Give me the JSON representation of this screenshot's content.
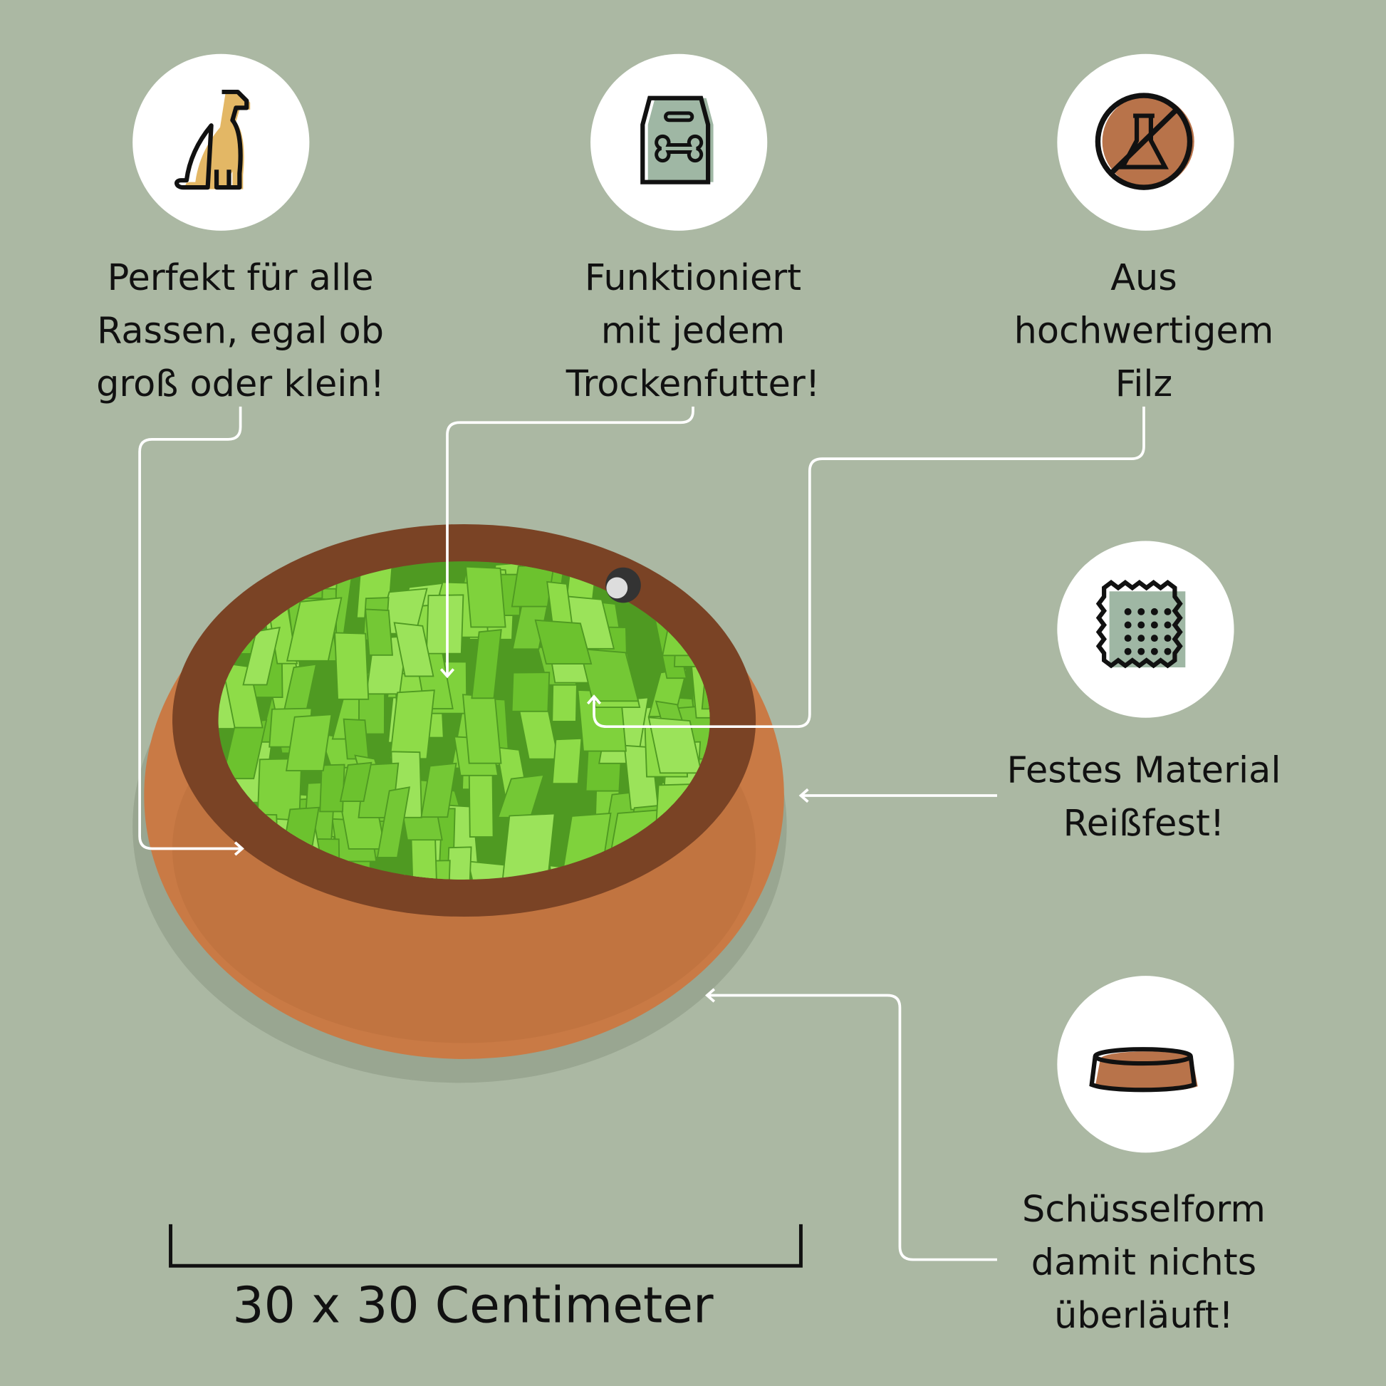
{
  "features": [
    {
      "icon": "dog-icon",
      "lines": [
        "Perfekt für alle",
        "Rassen, egal ob",
        "groß oder klein!"
      ]
    },
    {
      "icon": "food-bag-icon",
      "lines": [
        "Funktioniert",
        "mit jedem",
        "Trockenfutter!"
      ]
    },
    {
      "icon": "no-chemicals-icon",
      "lines": [
        "Aus",
        "hochwertigem",
        "Filz"
      ]
    },
    {
      "icon": "felt-fabric-icon",
      "lines": [
        "Festes Material",
        "Reißfest!"
      ]
    },
    {
      "icon": "bowl-icon",
      "lines": [
        "Schüsselform",
        "damit nichts",
        "überläuft!"
      ]
    }
  ],
  "size_label": "30 x 30 Centimeter",
  "colors": {
    "background": "#abb8a3",
    "bowl_orange": "#c97a45",
    "rim_brown": "#7a4325",
    "felt_green": "#7fd23c",
    "accent_brown": "#b8734a",
    "dog_yellow": "#e3b765"
  }
}
